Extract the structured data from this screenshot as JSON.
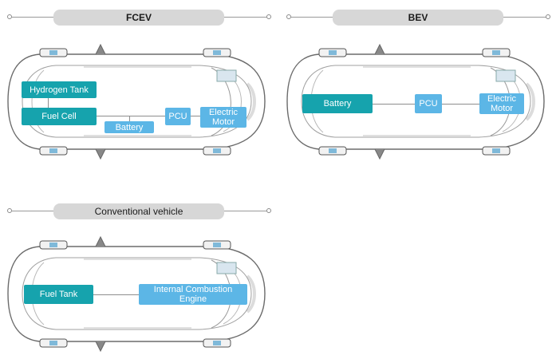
{
  "panels": {
    "fcev": {
      "title": "FCEV",
      "components": {
        "hydrogen_tank": "Hydrogen Tank",
        "fuel_cell": "Fuel Cell",
        "battery": "Battery",
        "pcu": "PCU",
        "electric_motor": "Electric Motor"
      }
    },
    "bev": {
      "title": "BEV",
      "components": {
        "battery": "Battery",
        "pcu": "PCU",
        "electric_motor": "Electric Motor"
      }
    },
    "conventional": {
      "title": "Conventional vehicle",
      "components": {
        "fuel_tank": "Fuel Tank",
        "engine": "Internal Combustion Engine"
      }
    }
  },
  "colors": {
    "primary_component": "#16a3ad",
    "secondary_component": "#5cb6e6",
    "header_pill": "#d7d7d7",
    "car_outline": "#6b6b6b"
  }
}
